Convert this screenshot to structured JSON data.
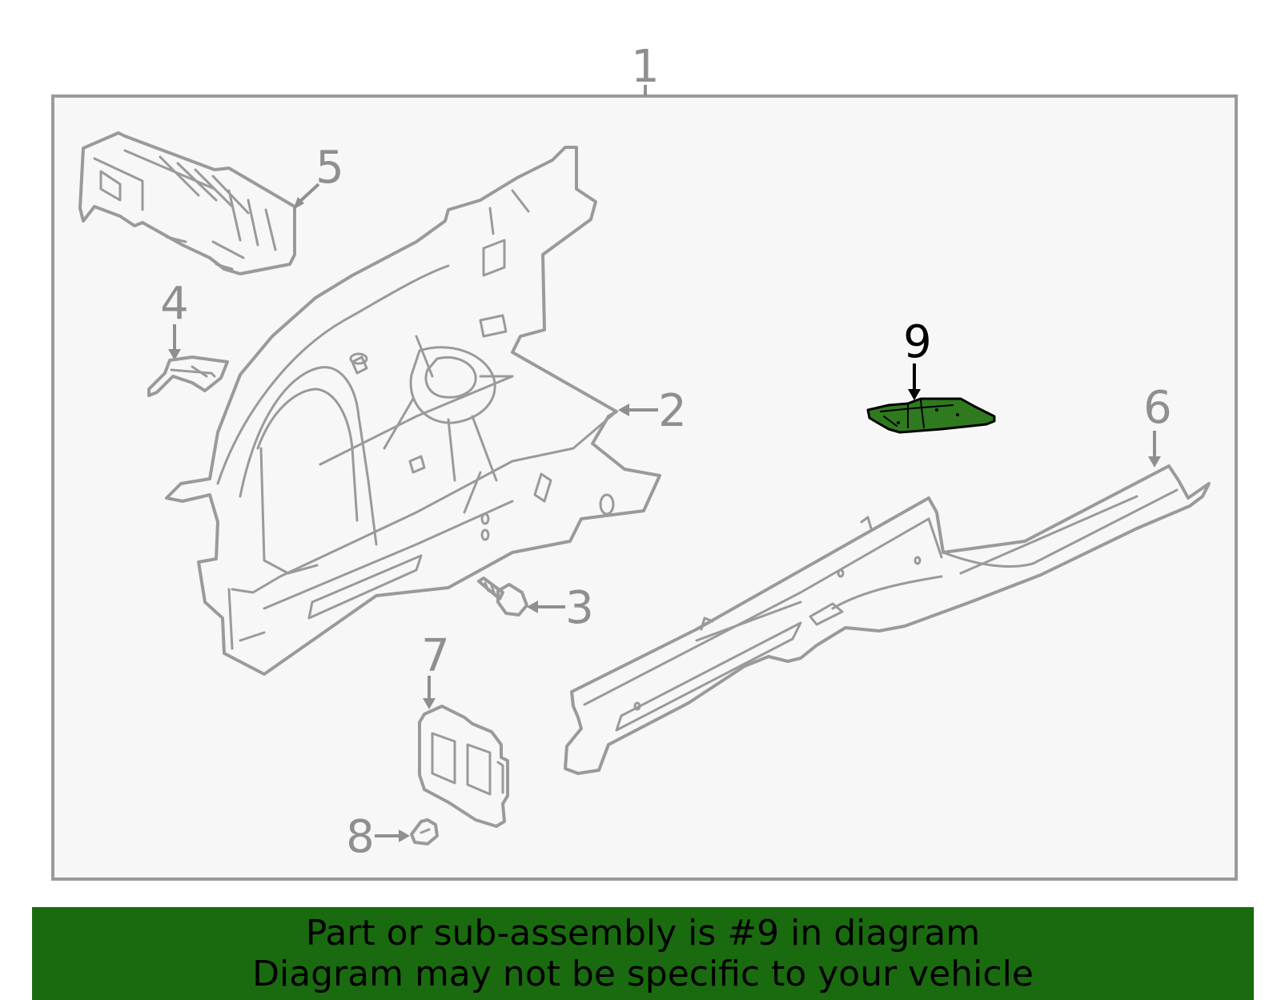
{
  "diagram": {
    "callouts": {
      "c1": "1",
      "c2": "2",
      "c3": "3",
      "c4": "4",
      "c5": "5",
      "c6": "6",
      "c7": "7",
      "c8": "8",
      "c9": "9"
    },
    "highlighted_part": "9",
    "colors": {
      "frame": "#9a9a9a",
      "frame_fill": "#f7f7f7",
      "part_stroke": "#9a9a9a",
      "highlight_fill": "#2f7a1f",
      "banner": "#1a6b0f"
    }
  },
  "banner": {
    "line1": "Part or sub-assembly is #9 in diagram",
    "line2": "Diagram may not be specific to your vehicle"
  }
}
